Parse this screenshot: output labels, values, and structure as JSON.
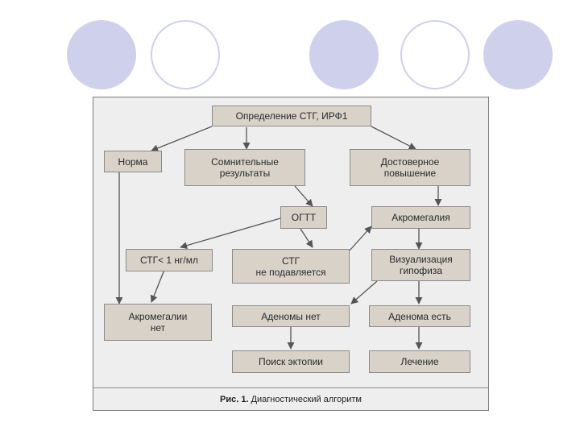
{
  "slide": {
    "decor_colors": {
      "circle": "#cfd0ec",
      "node_fill": "#d8d2c9",
      "panel": "#eeeeee"
    }
  },
  "diagram": {
    "nodes": {
      "root": "Определение СТГ, ИРФ1",
      "norma": "Норма",
      "doubtful": "Сомнительные\nрезультаты",
      "reliable": "Достоверное\nповышение",
      "ogtt": "ОГТТ",
      "acromegaly": "Акромегалия",
      "stg_low": "СТГ< 1 нг/мл",
      "stg_not_suppressed": "СТГ\nне подавляется",
      "visualization": "Визуализация\nгипофиза",
      "no_acromegaly": "Акромегалии\nнет",
      "no_adenoma": "Аденомы нет",
      "adenoma": "Аденома есть",
      "ectopia": "Поиск эктопии",
      "treatment": "Лечение"
    },
    "caption": {
      "label": "Рис. 1.",
      "text": "Диагностический алгоритм"
    }
  }
}
